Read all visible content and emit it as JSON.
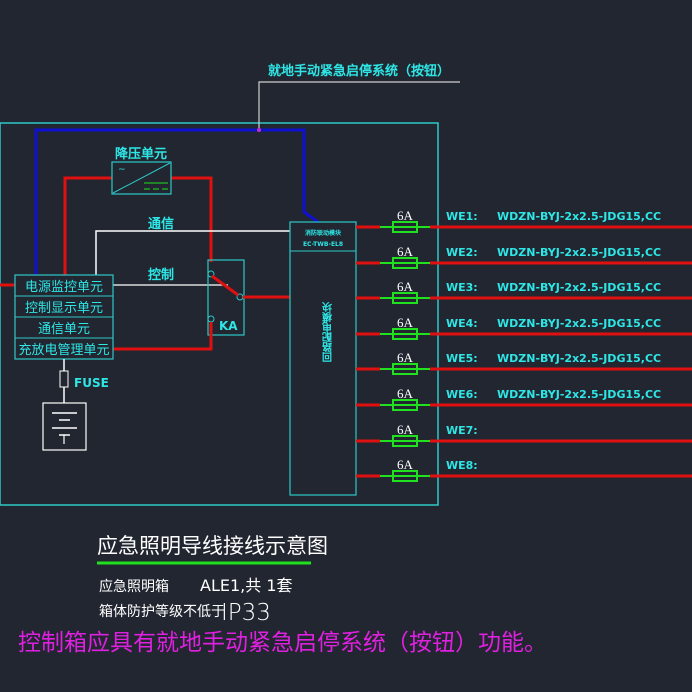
{
  "diagram": {
    "callout_label": "就地手动紧急启停系统（按钮）",
    "step_down_unit": "降压单元",
    "comm_label": "通信",
    "control_label": "控制",
    "relay_label": "KA",
    "fuse_label": "FUSE",
    "left_units": [
      "电源监控单元",
      "控制显示单元",
      "通信单元",
      "充放电管理单元"
    ],
    "controller": {
      "header_line1": "消防联动模块",
      "header_line2": "EC-TWB-EL8",
      "vertical_label": "回路配电模块"
    },
    "circuits": [
      {
        "id": "WE1",
        "label": "WE1:",
        "fuse": "6A",
        "cable": "WDZN-BYJ-2x2.5-JDG15,CC"
      },
      {
        "id": "WE2",
        "label": "WE2:",
        "fuse": "6A",
        "cable": "WDZN-BYJ-2x2.5-JDG15,CC"
      },
      {
        "id": "WE3",
        "label": "WE3:",
        "fuse": "6A",
        "cable": "WDZN-BYJ-2x2.5-JDG15,CC"
      },
      {
        "id": "WE4",
        "label": "WE4:",
        "fuse": "6A",
        "cable": "WDZN-BYJ-2x2.5-JDG15,CC"
      },
      {
        "id": "WE5",
        "label": "WE5:",
        "fuse": "6A",
        "cable": "WDZN-BYJ-2x2.5-JDG15,CC"
      },
      {
        "id": "WE6",
        "label": "WE6:",
        "fuse": "6A",
        "cable": "WDZN-BYJ-2x2.5-JDG15,CC"
      },
      {
        "id": "WE7",
        "label": "WE7:",
        "fuse": "6A",
        "cable": ""
      },
      {
        "id": "WE8",
        "label": "WE8:",
        "fuse": "6A",
        "cable": ""
      }
    ]
  },
  "notes": {
    "title": "应急照明导线接线示意图",
    "box_label": "应急照明箱",
    "box_value": "ALE1,共 1套",
    "protection_label": "箱体防护等级不低于",
    "protection_value": "IP33",
    "requirement": "控制箱应具有就地手动紧急启停系统（按钮）功能。"
  },
  "colors": {
    "frame": "#2ec8c8",
    "power_line": "#e01010",
    "control_line": "#1010d0",
    "signal_line": "#ffffff",
    "fuse": "#20e020",
    "label": "#2ee6e6",
    "note": "#e020e0",
    "title_underline": "#20e020"
  }
}
